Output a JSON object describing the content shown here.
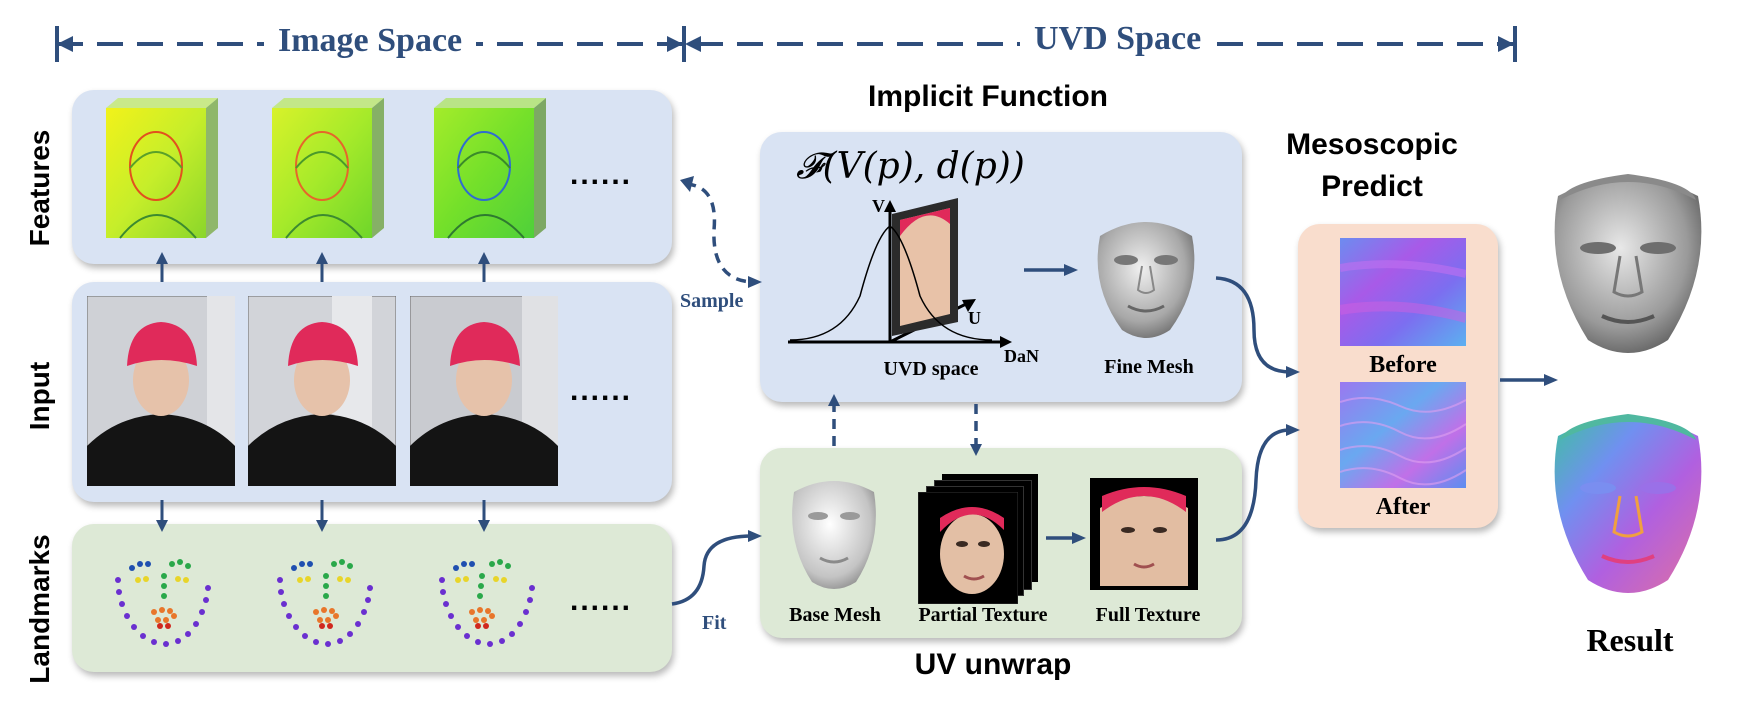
{
  "headers": {
    "image_space": "Image Space",
    "uvd_space": "UVD Space"
  },
  "row_labels": {
    "features": "Features",
    "input": "Input",
    "landmarks": "Landmarks"
  },
  "ellipsis": "......",
  "implicit": {
    "title": "Implicit Function",
    "formula": "𝓕(V(p), d(p))",
    "axis_v": "V",
    "axis_u": "U",
    "axis_dan": "DaN",
    "uvd_caption": "UVD space",
    "fine_mesh": "Fine Mesh"
  },
  "uv_unwrap": {
    "title": "UV unwrap",
    "base_mesh": "Base Mesh",
    "partial_texture": "Partial Texture",
    "full_texture": "Full Texture"
  },
  "meso": {
    "title_line1": "Mesoscopic",
    "title_line2": "Predict",
    "before": "Before",
    "after": "After"
  },
  "result": "Result",
  "flow_labels": {
    "sample": "Sample",
    "fit": "Fit"
  },
  "colors": {
    "accent_blue": "#2f4e7c",
    "panel_blue": "#d9e3f3",
    "panel_green": "#dde9d6",
    "panel_peach": "#f9ddcd"
  }
}
